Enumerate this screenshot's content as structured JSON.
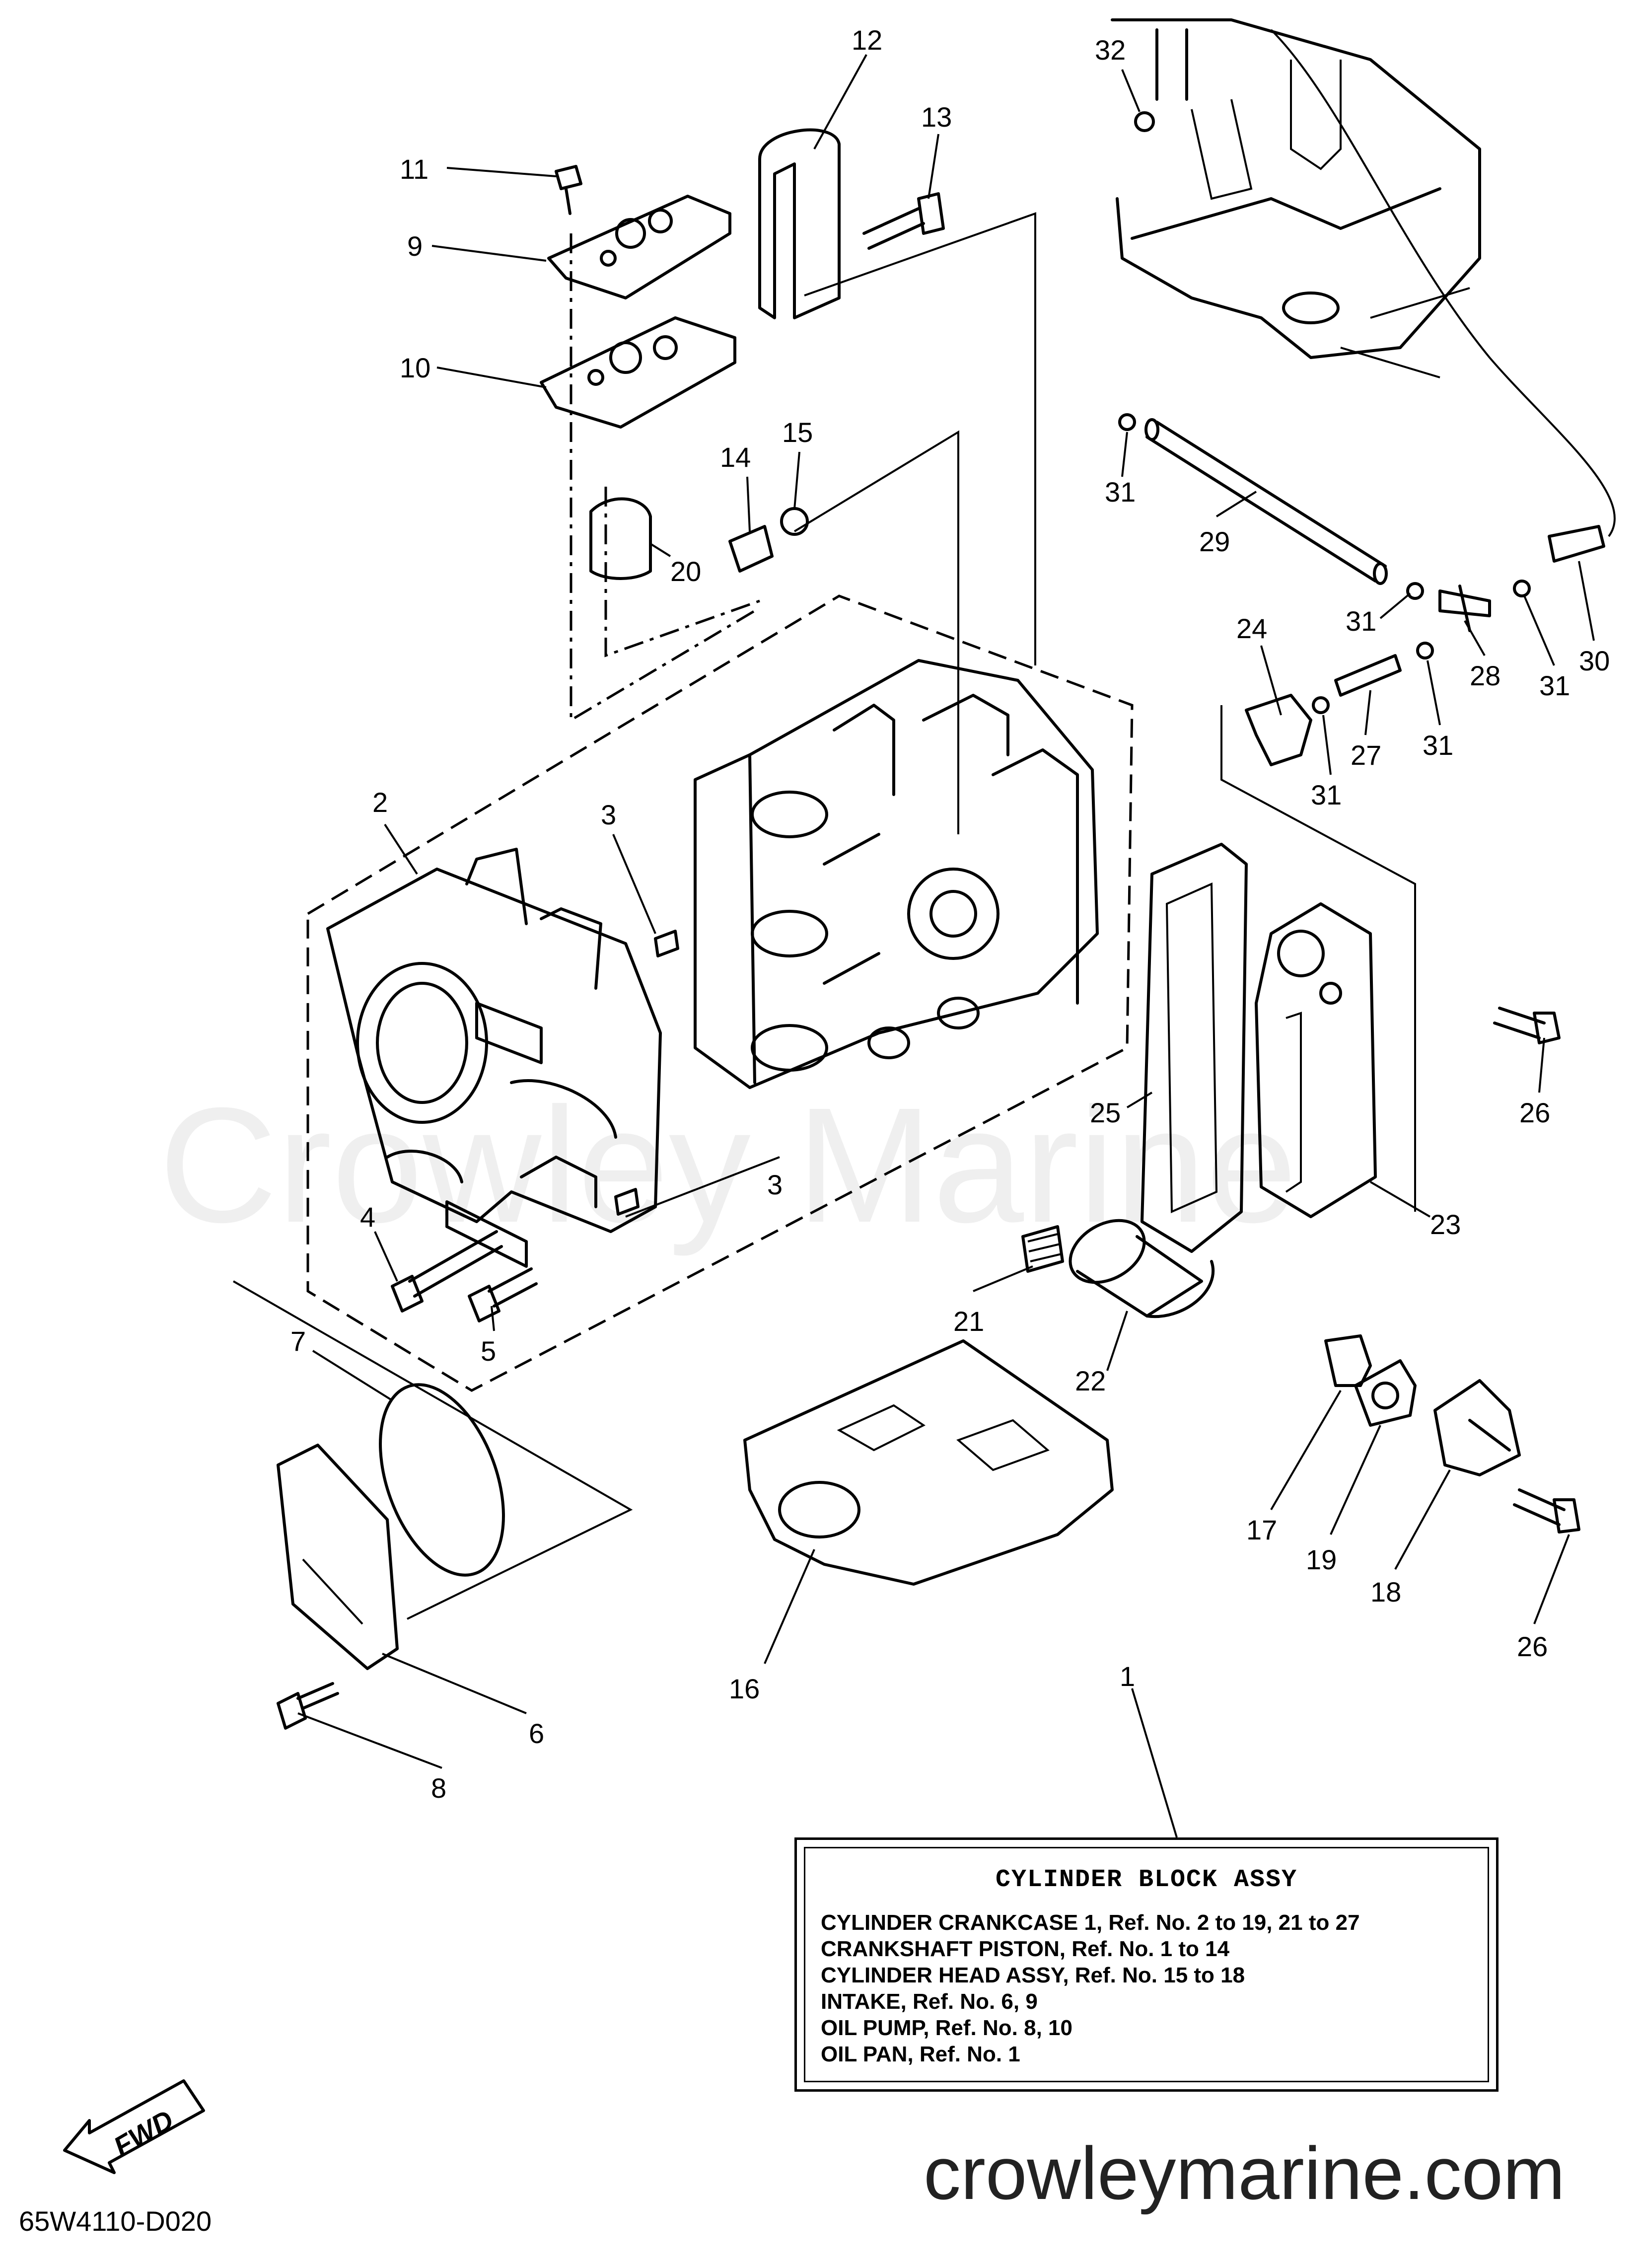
{
  "callouts": [
    "1",
    "2",
    "3",
    "3",
    "4",
    "5",
    "6",
    "7",
    "8",
    "9",
    "10",
    "11",
    "12",
    "13",
    "14",
    "15",
    "16",
    "17",
    "18",
    "19",
    "20",
    "21",
    "22",
    "23",
    "24",
    "25",
    "26",
    "26",
    "27",
    "28",
    "29",
    "30",
    "31",
    "31",
    "31",
    "31",
    "31",
    "32"
  ],
  "legend": {
    "title": "CYLINDER BLOCK ASSY",
    "lines": [
      "CYLINDER CRANKCASE 1, Ref. No. 2 to 19, 21 to 27",
      "CRANKSHAFT PISTON,  Ref. No. 1 to 14",
      "CYLINDER HEAD ASSY, Ref. No. 15 to 18",
      "INTAKE,     Ref. No. 6, 9",
      "OIL PUMP, Ref. No. 8, 10",
      "OIL PAN,    Ref. No. 1"
    ]
  },
  "watermark": "Crowley Marine",
  "site_url": "crowleymarine.com",
  "figure_code": "65W4110-D020",
  "fwd_label": "FWD"
}
